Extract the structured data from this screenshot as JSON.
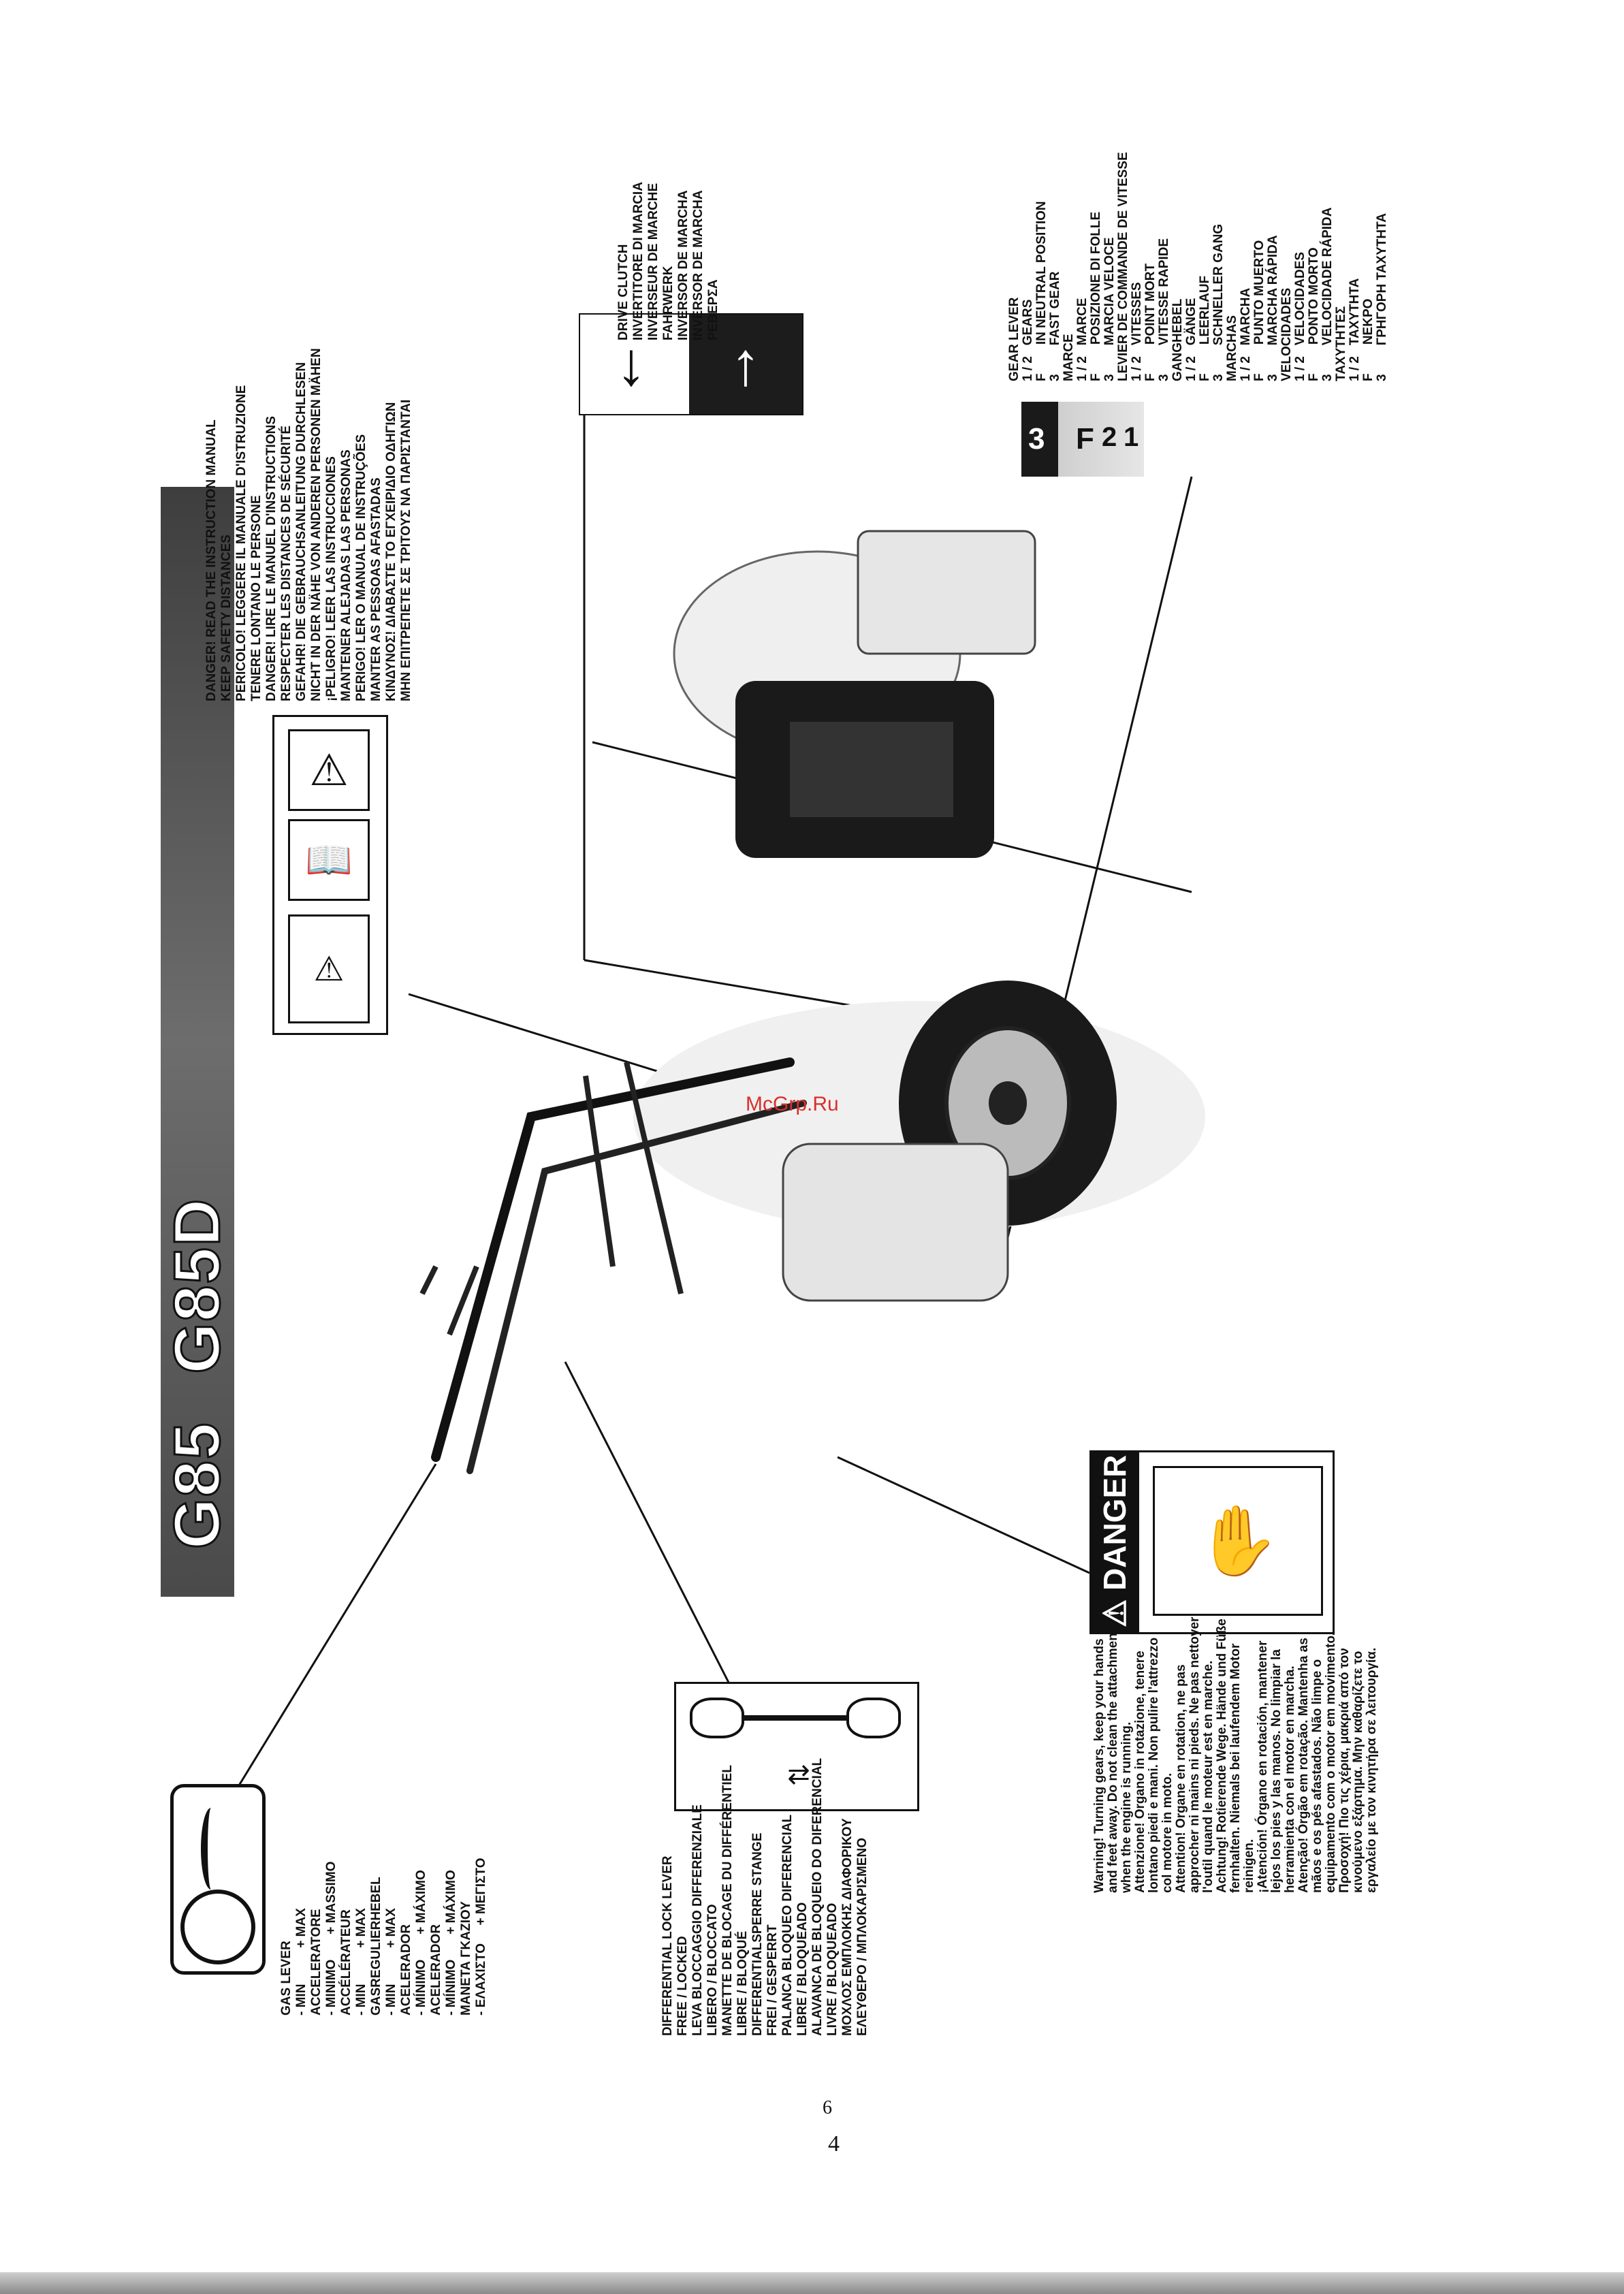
{
  "title": {
    "models": [
      "G85",
      "G85D"
    ]
  },
  "watermark": "McGrp.Ru",
  "page_numbers": {
    "upper": "6",
    "lower": "4"
  },
  "danger_label": {
    "header": "⚠ DANGER",
    "lines": [
      "Warning! Turning gears, keep your hands",
      "and feet away. Do not clean the attachment",
      "when the engine is running.",
      "Attenzione! Organo in rotazione, tenere",
      "lontano piedi e mani. Non pulire l'attrezzo",
      "col motore in moto.",
      "Attention! Organe en rotation, ne pas",
      "approcher ni mains ni pieds. Ne pas nettoyer",
      "l'outil quand le moteur est en marche.",
      "Achtung! Rotierende Wege. Hände und Füße",
      "fernhalten. Niemals bei laufendem Motor",
      "reinigen.",
      "¡Atención! Órgano en rotación, mantener",
      "lejos los pies y las manos. No limpiar la",
      "herramienta con el motor en marcha.",
      "Atenção! Órgão em rotação. Mantenha as",
      "mãos e os pés afastados. Não limpe o",
      "equipamento com o motor em movimento.",
      "Προσοχή! Πιο τις χέρια, μακριά από τον",
      "κινούμενο εξάρτημα. Μην καθαρίζετε το",
      "εργαλείο με τον κινητήρα σε λειτουργία."
    ]
  },
  "safety_label": {
    "lines": [
      "DANGER! READ THE INSTRUCTION MANUAL",
      "KEEP SAFETY DISTANCES",
      "PERICOLO! LEGGERE IL MANUALE D'ISTRUZIONE",
      "TENERE LONTANO LE PERSONE",
      "DANGER! LIRE LE MANUEL D'INSTRUCTIONS",
      "RESPECTER LES DISTANCES DE SÉCURITÉ",
      "GEFAHR! DIE GEBRAUCHSANLEITUNG DURCHLESEN",
      "NICHT IN DER NÄHE VON ANDEREN PERSONEN MÄHEN",
      "¡PELIGRO! LEER LAS INSTRUCCIONES",
      "MANTENER ALEJADAS LAS PERSONAS",
      "PERIGO! LER O MANUAL DE INSTRUÇÕES",
      "MANTER AS PESSOAS AFASTADAS",
      "ΚΙΝΔΥΝΟΣ! ΔΙΑΒΑΣΤΕ ΤΟ ΕΓΧΕΙΡΙΔΙΟ ΟΔΗΓΙΩΝ",
      "ΜΗΝ ΕΠΙΤΡΕΠΕΤΕ ΣΕ ΤΡΙΤΟΥΣ ΝΑ ΠΑΡΙΣΤΑΝΤΑΙ"
    ]
  },
  "drive_clutch": {
    "lines": [
      "DRIVE CLUTCH",
      "INVERTITORE DI MARCIA",
      "INVERSEUR DE MARCHE",
      "FAHRWERK",
      "INVERSOR DE MARCHA",
      "INVERSOR DE MARCHA",
      "ΡΕΒΕΡΣΑ"
    ]
  },
  "gear_lever": {
    "symbols": [
      "3",
      "F",
      "2",
      "1"
    ],
    "lines": [
      "GEAR LEVER",
      "1 / 2   GEARS",
      "F        IN NEUTRAL POSITION",
      "3        FAST GEAR",
      "MARCE",
      "1 / 2   MARCE",
      "F        POSIZIONE DI FOLLE",
      "3        MARCIA VELOCE",
      "LEVIER DE COMMANDE DE VITESSE",
      "1 / 2   VITESSES",
      "F        POINT MORT",
      "3        VITESSE RAPIDE",
      "GANGHEBEL",
      "1 / 2   GÄNGE",
      "F        LEERLAUF",
      "3        SCHNELLER GANG",
      "MARCHAS",
      "1 / 2   MARCHA",
      "F        PUNTO MUERTO",
      "3        MARCHA RÁPIDA",
      "VELOCIDADES",
      "1 / 2   VELOCIDADES",
      "F        PONTO MORTO",
      "3        VELOCIDADE RÁPIDA",
      "ΤΑΧΥΤΗΤΕΣ",
      "1 / 2   ΤΑΧΥΤΗΤΑ",
      "F        ΝΕΚΡΟ",
      "3        ΓΡΗΓΟΡΗ ΤΑΧΥΤΗΤΑ"
    ]
  },
  "gas_lever": {
    "lines": [
      "GAS LEVER",
      "- MIN          + MAX",
      "ACCELERATORE",
      "- MINIMO       + MASSIMO",
      "ACCÉLÉRATEUR",
      "- MIN          + MAX",
      "GASREGULIERHEBEL",
      "- MIN          + MAX",
      "ACELERADOR",
      "- MÍNIMO       + MÁXIMO",
      "ACELERADOR",
      "- MÍNIMO       + MÁXIMO",
      "ΜΑΝΕΤΑ ΓΚΑΖΙΟΥ",
      "- ΕΛΑΧΙΣΤΟ     + ΜΕΓΙΣΤΟ"
    ]
  },
  "differential": {
    "lines": [
      "DIFFERENTIAL LOCK LEVER",
      "FREE / LOCKED",
      "LEVA BLOCCAGGIO DIFFERENZIALE",
      "LIBERO / BLOCCATO",
      "MANETTE DE BLOCAGE DU DIFFÉRENTIEL",
      "LIBRE / BLOQUÉ",
      "DIFFERENTIALSPERRE STANGE",
      "FREI / GESPERRT",
      "PALANCA BLOQUEO DIFERENCIAL",
      "LIBRE / BLOQUEADO",
      "ALAVANCA DE BLOQUEIO DO DIFERENCIAL",
      "LIVRE / BLOQUEADO",
      "ΜΟΧΛΟΣ ΕΜΠΛΟΚΗΣ ΔΙΑΦΟΡΙΚΟΥ",
      "ΕΛΕΥΘΕΡΟ / ΜΠΛΟΚΑΡΙΣΜΕΝΟ"
    ]
  }
}
